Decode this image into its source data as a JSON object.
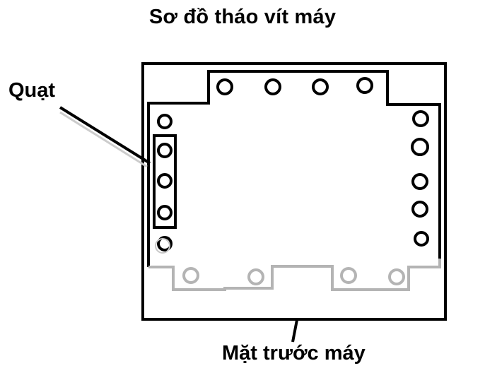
{
  "title": "Sơ đồ tháo vít máy",
  "labels": {
    "fan": "Quạt",
    "front": "Mặt trước máy"
  },
  "colors": {
    "outline": "#000000",
    "ghost_outline": "#b4b4b4",
    "background": "#ffffff"
  }
}
